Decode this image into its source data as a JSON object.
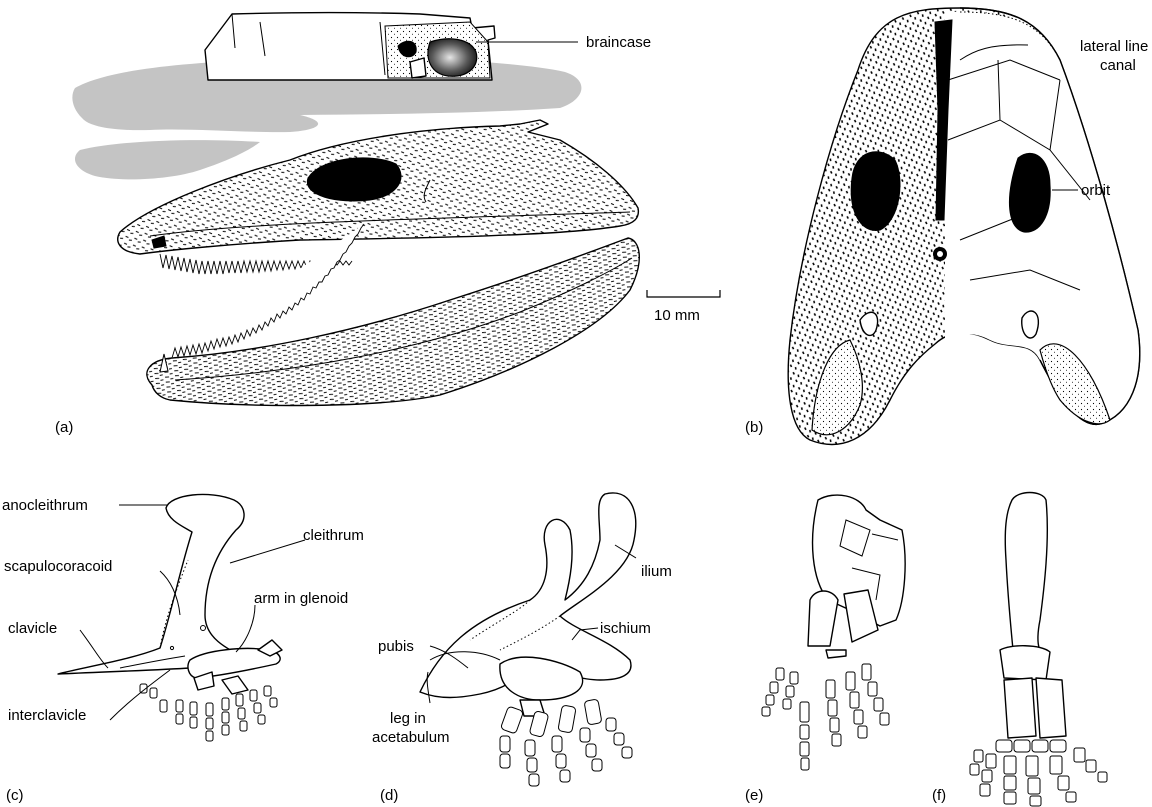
{
  "colors": {
    "ink": "#000000",
    "background": "#ffffff",
    "shadow": "#c4c4c4"
  },
  "panels": {
    "a": {
      "tag": "(a)",
      "labels": {
        "braincase": "braincase"
      },
      "scale_bar": "10 mm"
    },
    "b": {
      "tag": "(b)",
      "labels": {
        "lateral_line_1": "lateral line",
        "lateral_line_2": "canal",
        "orbit": "orbit"
      }
    },
    "c": {
      "tag": "(c)",
      "labels": {
        "anocleithrum": "anocleithrum",
        "cleithrum": "cleithrum",
        "scapulocoracoid": "scapulocoracoid",
        "arm_in_glenoid": "arm in glenoid",
        "clavicle": "clavicle",
        "interclavicle": "interclavicle"
      }
    },
    "d": {
      "tag": "(d)",
      "labels": {
        "ilium": "ilium",
        "pubis": "pubis",
        "ischium": "ischium",
        "leg_1": "leg in",
        "leg_2": "acetabulum"
      }
    },
    "e": {
      "tag": "(e)"
    },
    "f": {
      "tag": "(f)"
    }
  }
}
